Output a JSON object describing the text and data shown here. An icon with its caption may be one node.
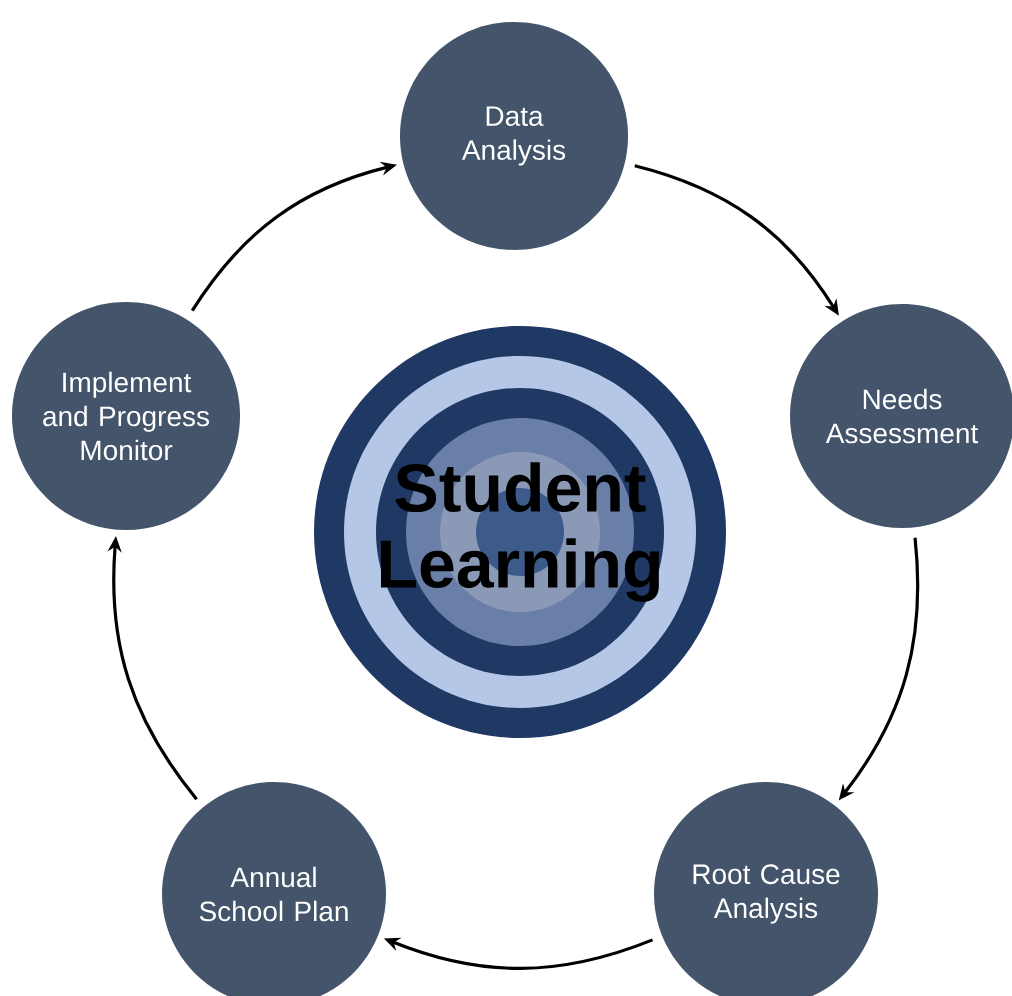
{
  "diagram": {
    "nodes": [
      {
        "text": [
          "Data Analysis"
        ]
      },
      {
        "text": [
          "Needs Assessment"
        ]
      },
      {
        "text": [
          "Root Cause Analysis"
        ]
      },
      {
        "text": [
          "Annual School Plan"
        ]
      },
      {
        "text": [
          "Implement and Progress Monitor"
        ]
      },
      {
        "text": [
          "Student Learning"
        ]
      }
    ],
    "edges": [
      {
        "from": 0,
        "to": 1,
        "arrow": "to"
      },
      {
        "from": 1,
        "to": 2,
        "arrow": "to"
      },
      {
        "from": 2,
        "to": 3,
        "arrow": "to"
      },
      {
        "from": 3,
        "to": 4,
        "arrow": "to"
      },
      {
        "from": 4,
        "to": 0,
        "arrow": "to"
      }
    ]
  }
}
